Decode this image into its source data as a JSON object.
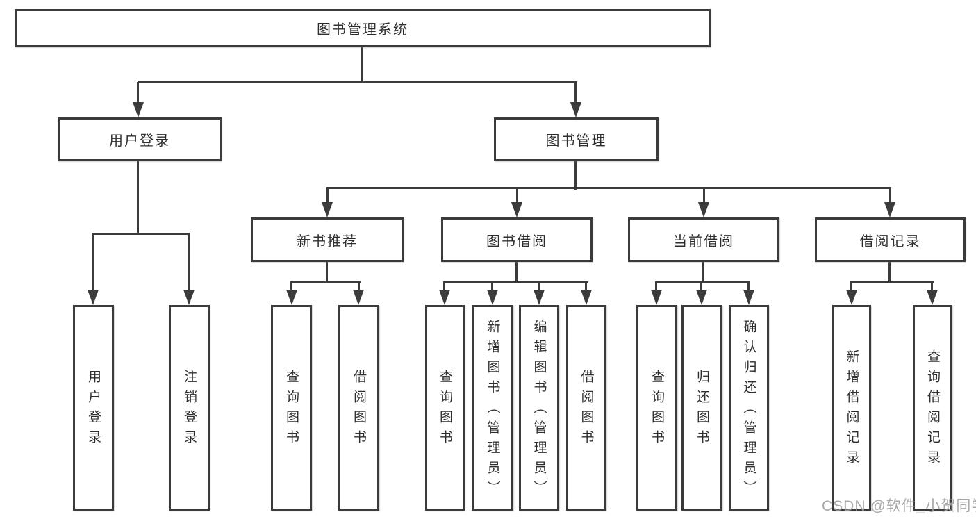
{
  "diagram": {
    "nodes": {
      "root": "图书管理系统",
      "user_login": "用户登录",
      "book_mgmt": "图书管理",
      "new_books": "新书推荐",
      "book_borrow": "图书借阅",
      "current_borrow": "当前借阅",
      "borrow_records": "借阅记录",
      "leaf_user_login": "用户登录",
      "leaf_logout": "注销登录",
      "leaf_nb_query_books": "查询图书",
      "leaf_nb_borrow_books": "借阅图书",
      "leaf_bb_query_books": "查询图书",
      "leaf_bb_add_books": "新增图书（管理员）",
      "leaf_bb_edit_books": "编辑图书（管理员）",
      "leaf_bb_borrow_books": "借阅图书",
      "leaf_cb_query_books": "查询图书",
      "leaf_cb_return_books": "归还图书",
      "leaf_cb_confirm_return": "确认归还（管理员）",
      "leaf_br_add_record": "新增借阅记录",
      "leaf_br_query_record": "查询借阅记录"
    },
    "watermark": "CSDN @软件_小贺同学",
    "colors": {
      "line": "#3b3b3b",
      "text": "#2e2e2e",
      "watermark": "#9e9e9e",
      "background": "#ffffff"
    }
  }
}
